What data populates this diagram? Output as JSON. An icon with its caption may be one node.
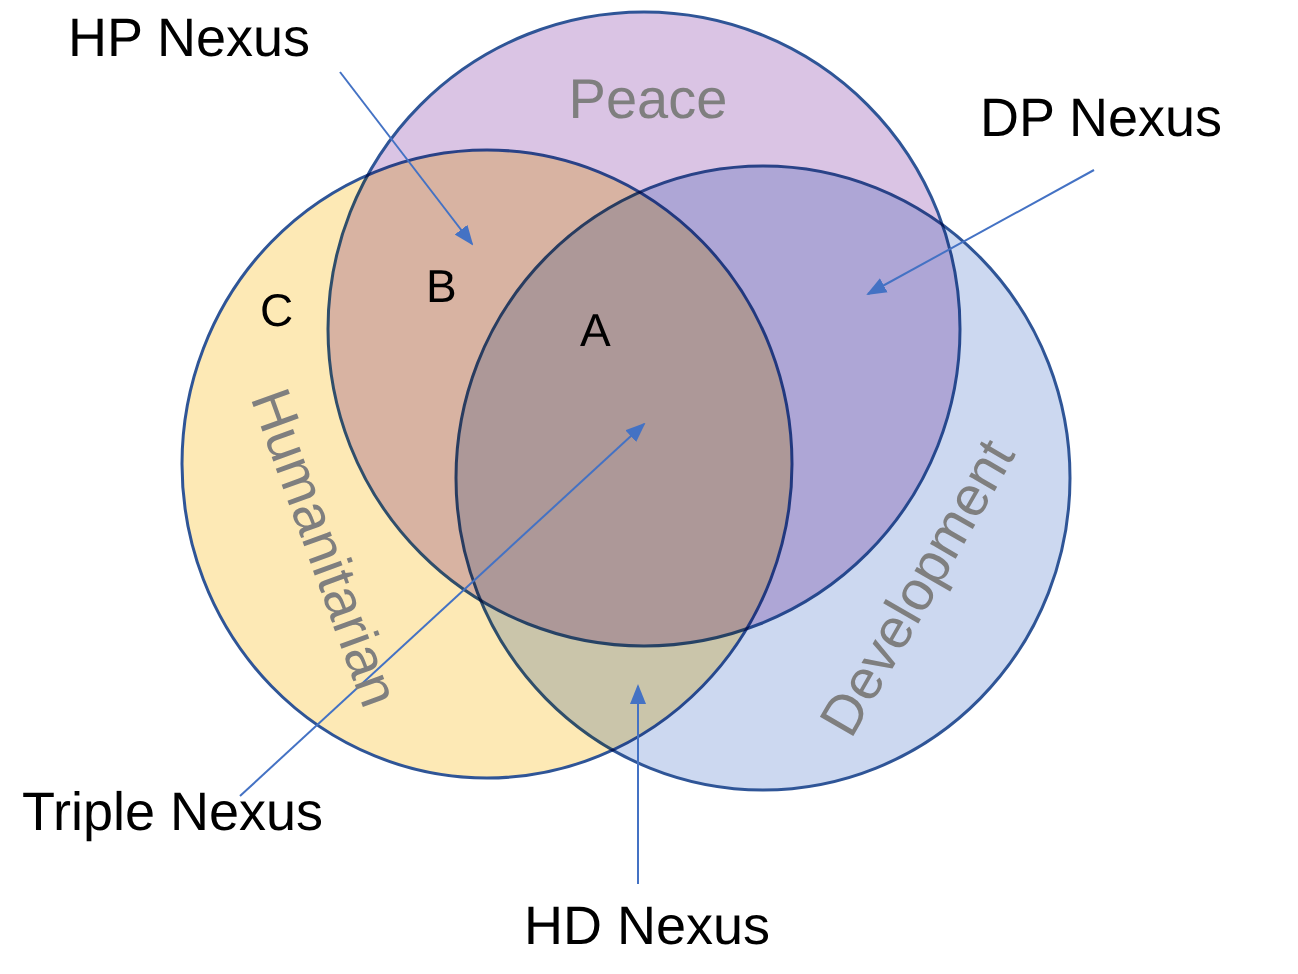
{
  "diagram": {
    "nodes": [
      {
        "text": [
          "Peace"
        ]
      },
      {
        "text": [
          "Humanitarian"
        ]
      },
      {
        "text": [
          "Development"
        ]
      },
      {
        "text": [
          "HP Nexus"
        ]
      },
      {
        "text": [
          "DP Nexus"
        ]
      },
      {
        "text": [
          "Triple Nexus"
        ]
      },
      {
        "text": [
          "HD Nexus"
        ]
      }
    ],
    "edges": [
      {
        "from": 3,
        "to": 1,
        "arrow": "to"
      },
      {
        "from": 4,
        "to": 2,
        "arrow": "to"
      },
      {
        "from": 5,
        "to": 1,
        "arrow": "to"
      },
      {
        "from": 6,
        "to": 1,
        "arrow": "to"
      }
    ],
    "labels": [
      "B",
      "C",
      "A"
    ]
  }
}
